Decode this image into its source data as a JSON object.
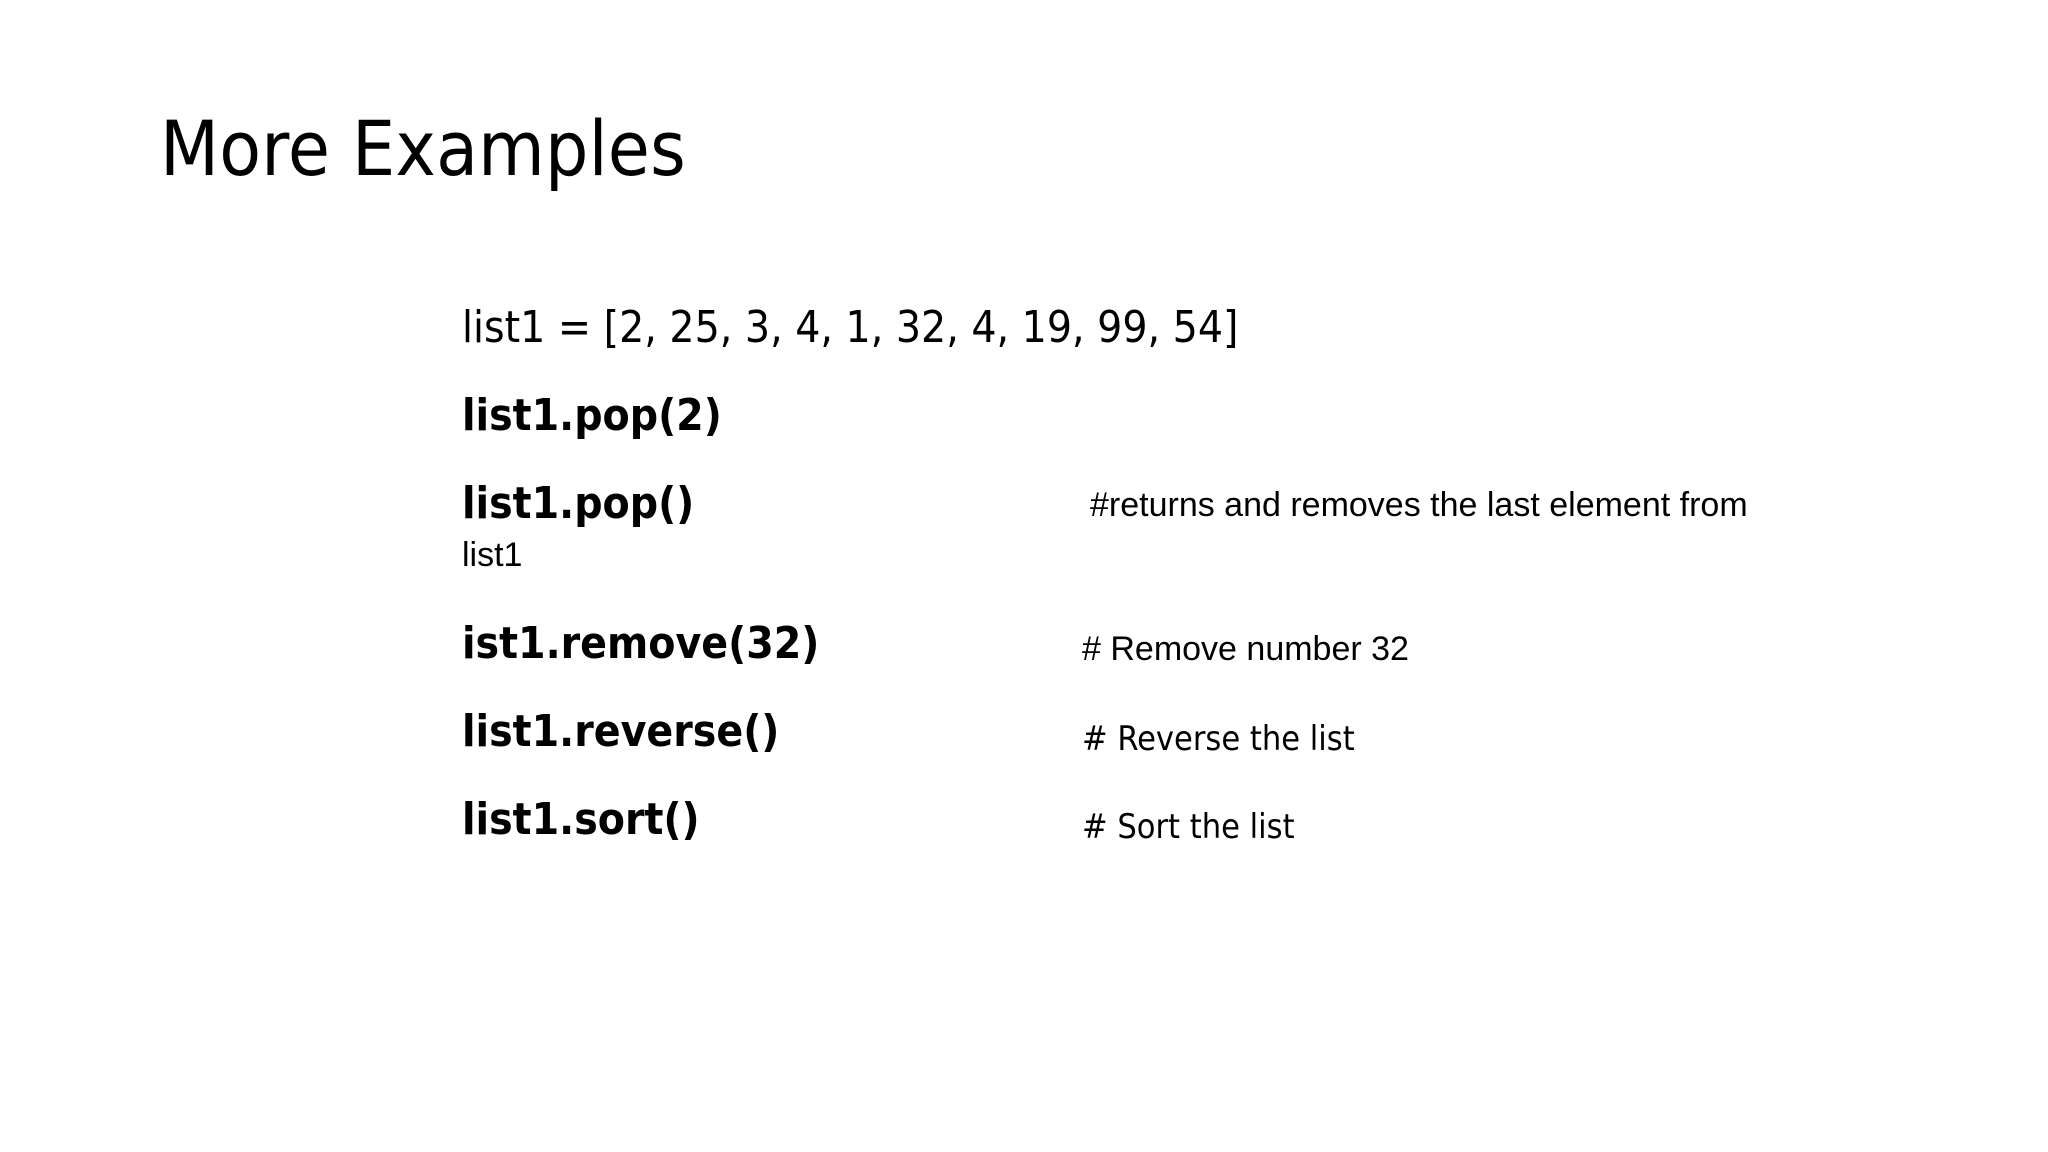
{
  "slide": {
    "title": "More Examples",
    "background_color": "#ffffff",
    "text_color": "#000000"
  },
  "code_lines": [
    {
      "code": "list1 = [2, 25, 3, 4, 1, 32, 4, 19, 99, 54]",
      "style": "plain",
      "comment": "",
      "comment_wrap": ""
    },
    {
      "code": "list1.pop(2)",
      "style": "bold",
      "comment": "",
      "comment_wrap": ""
    },
    {
      "code": "list1.pop()",
      "style": "bold",
      "comment": "#returns and removes the last element from",
      "comment_wrap": "list1"
    },
    {
      "code": "ist1.remove(32)",
      "style": "bold",
      "comment": "# Remove number 32",
      "comment_wrap": ""
    },
    {
      "code": "list1.reverse()",
      "style": "bold",
      "comment": "# Reverse the list",
      "comment_wrap": ""
    },
    {
      "code": "list1.sort()",
      "style": "bold",
      "comment": "# Sort the list",
      "comment_wrap": ""
    }
  ]
}
